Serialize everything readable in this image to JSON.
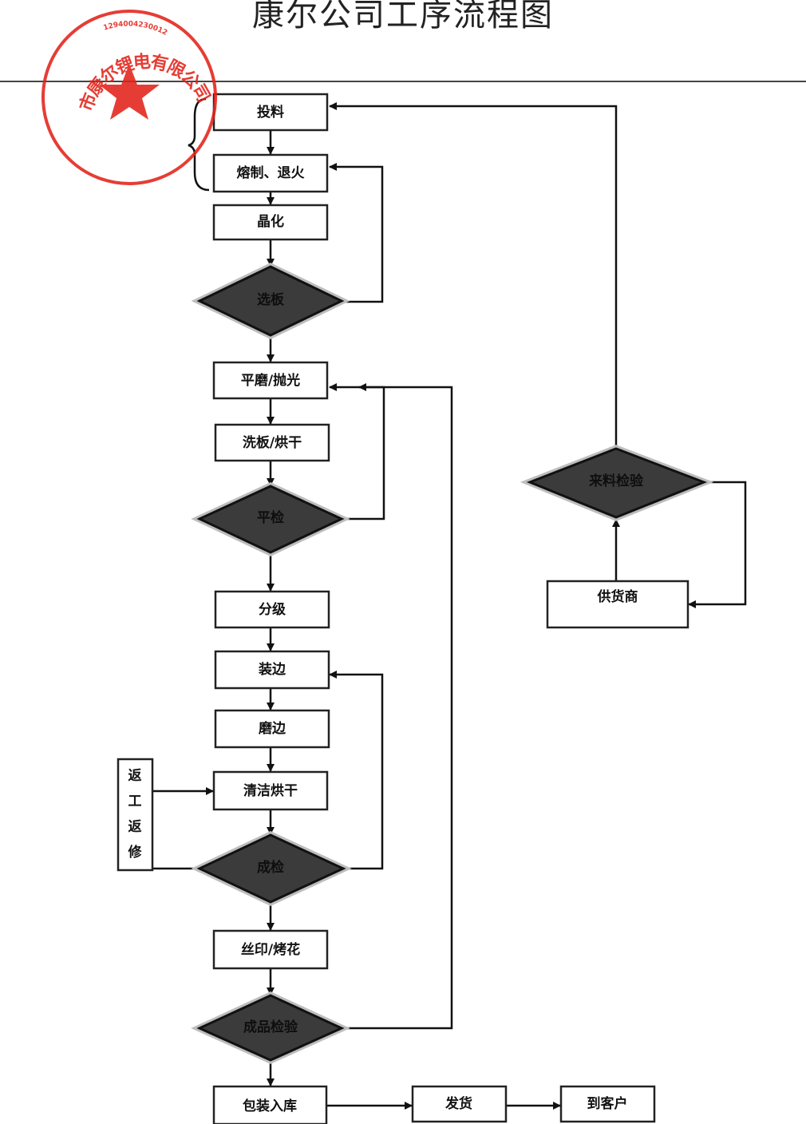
{
  "title": "康尔公司工序流程图",
  "nodes": {
    "toliao": "投料",
    "rongzhi": "熔制、退火",
    "jinghua": "晶化",
    "xuanban": "选板",
    "pingmo": "平磨/抛光",
    "xiban": "洗板/烘干",
    "pingjian": "平检",
    "fenji": "分级",
    "zhuangbian": "装边",
    "mobian": "磨边",
    "qingjie": "清洁烘干",
    "fangong": [
      "返",
      "工",
      "返",
      "修"
    ],
    "chengjian": "成检",
    "siyin": "丝印/烤花",
    "chengpin": "成品检验",
    "baozhuang": "包装入库",
    "fahuo": "发货",
    "daokehu": "到客户",
    "laoliao": "来料检验",
    "gonghuo": "供货商"
  },
  "seal": {
    "color": "#e2231a",
    "ring_text": "市康尔锂电有限公司",
    "serial": "1294004230012",
    "center_symbol": "star"
  }
}
